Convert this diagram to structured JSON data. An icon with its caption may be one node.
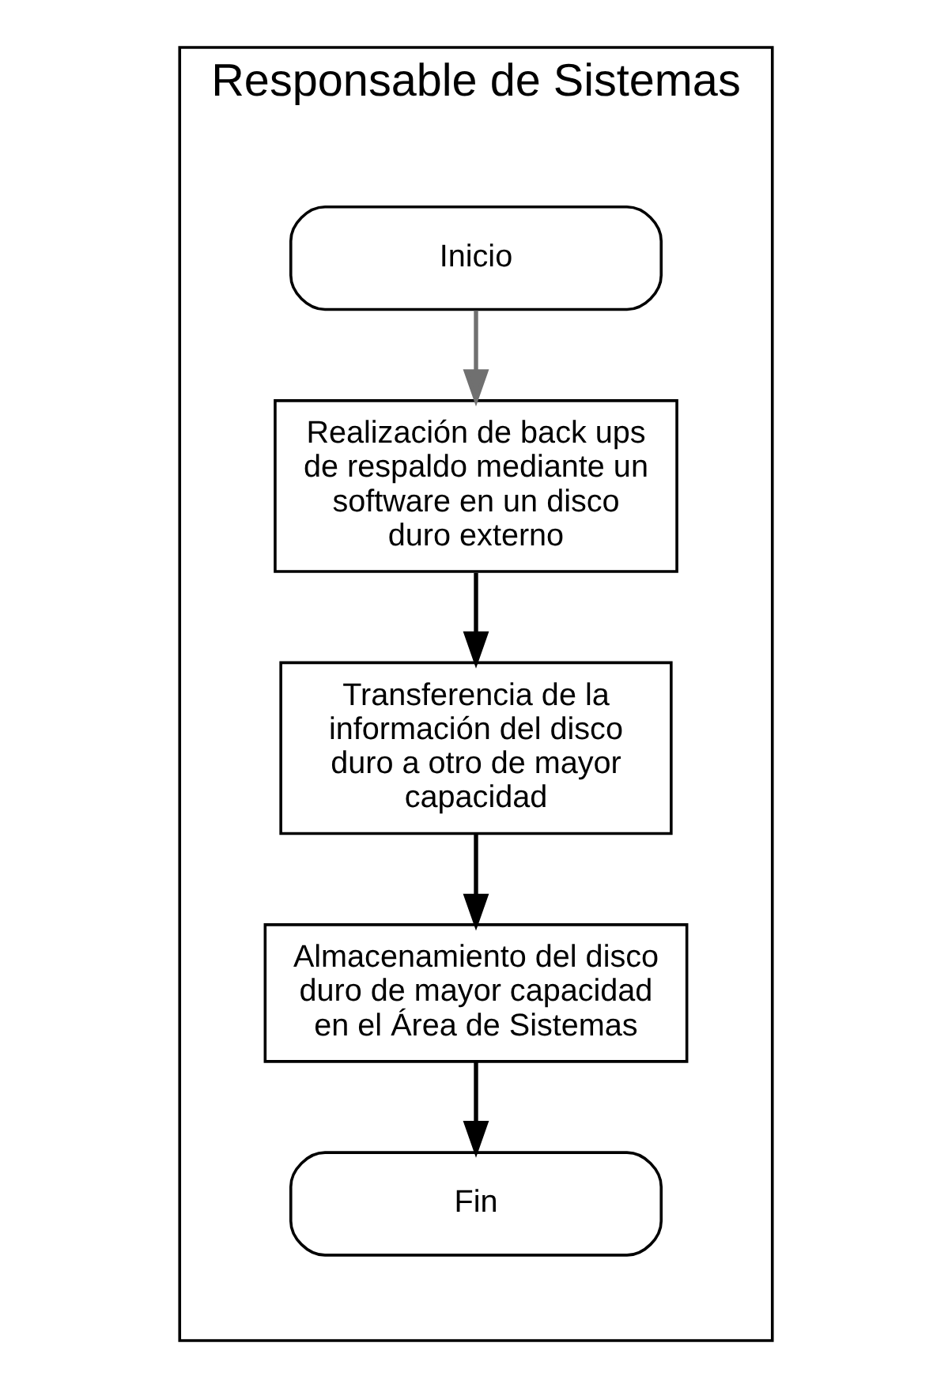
{
  "diagram": {
    "nodes": [
      {
        "text": [
          "Responsable de Sistemas"
        ]
      },
      {
        "text": [
          "Inicio"
        ],
        "in": 0
      },
      {
        "text": [
          "Realización de back ups de respaldo mediante un software en un disco duro externo"
        ],
        "in": 0
      },
      {
        "text": [
          "Transferencia de la información del disco duro a otro de mayor capacidad"
        ],
        "in": 0
      },
      {
        "text": [
          "Almacenamiento del disco duro de mayor capacidad en el Área de Sistemas"
        ],
        "in": 0
      },
      {
        "text": [
          "Fin"
        ],
        "in": 0
      }
    ],
    "edges": [
      {
        "from": 1,
        "to": 2,
        "arrow": "to",
        "color": "#707070"
      },
      {
        "from": 2,
        "to": 3,
        "arrow": "to"
      },
      {
        "from": 3,
        "to": 4,
        "arrow": "to"
      },
      {
        "from": 4,
        "to": 5,
        "arrow": "to"
      }
    ]
  }
}
